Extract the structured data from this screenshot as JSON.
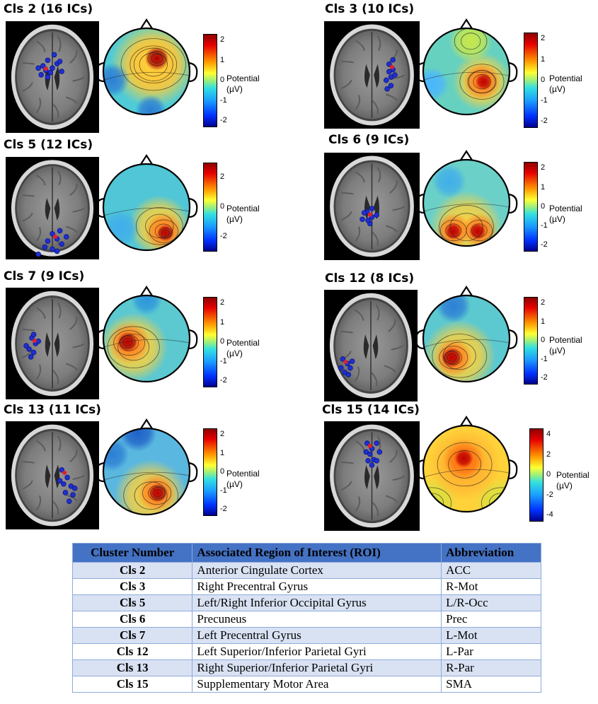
{
  "colors": {
    "table_header_bg": "#4472c4",
    "table_band_bg": "#d9e2f3",
    "table_border": "#8eaadb"
  },
  "clusters": [
    {
      "title": "Cls 2 (16 ICs)",
      "ticks": [
        "2",
        "1",
        "0",
        "-1",
        "-2"
      ],
      "label_line1": "Potential",
      "label_line2": "(µV)"
    },
    {
      "title": "Cls 3 (10 ICs)",
      "ticks": [
        "2",
        "1",
        "0",
        "-1",
        "-2"
      ],
      "label_line1": "Potential",
      "label_line2": "(µV)"
    },
    {
      "title": "Cls 5 (12 ICs)",
      "ticks": [
        "2",
        "0",
        "-2"
      ],
      "label_line1": "Potential",
      "label_line2": "(µV)"
    },
    {
      "title": "Cls 6 (9 ICs)",
      "ticks": [
        "2",
        "1",
        "0",
        "-1",
        "-2"
      ],
      "label_line1": "Potential",
      "label_line2": "(µV)"
    },
    {
      "title": "Cls 7 (9 ICs)",
      "ticks": [
        "2",
        "1",
        "0",
        "-1",
        "-2"
      ],
      "label_line1": "Potential",
      "label_line2": "(µV)"
    },
    {
      "title": "Cls 12 (8 ICs)",
      "ticks": [
        "2",
        "1",
        "0",
        "-1",
        "-2"
      ],
      "label_line1": "Potential",
      "label_line2": "(µV)"
    },
    {
      "title": "Cls 13 (11 ICs)",
      "ticks": [
        "2",
        "1",
        "0",
        "-1",
        "-2"
      ],
      "label_line1": "Potential",
      "label_line2": "(µV)"
    },
    {
      "title": "Cls 15 (14 ICs)",
      "ticks": [
        "4",
        "2",
        "0",
        "-2",
        "-4"
      ],
      "label_line1": "Potential",
      "label_line2": "(µV)"
    }
  ],
  "table": {
    "headers": [
      "Cluster Number",
      "Associated Region of Interest (ROI)",
      "Abbreviation"
    ],
    "rows": [
      [
        "Cls 2",
        "Anterior Cingulate Cortex",
        "ACC"
      ],
      [
        "Cls 3",
        "Right Precentral Gyrus",
        "R-Mot"
      ],
      [
        "Cls 5",
        "Left/Right Inferior Occipital Gyrus",
        "L/R-Occ"
      ],
      [
        "Cls 6",
        "Precuneus",
        "Prec"
      ],
      [
        "Cls 7",
        "Left Precentral Gyrus",
        "L-Mot"
      ],
      [
        "Cls 12",
        "Left Superior/Inferior Parietal Gyri",
        "L-Par"
      ],
      [
        "Cls 13",
        "Right Superior/Inferior Parietal Gyri",
        "R-Par"
      ],
      [
        "Cls 15",
        "Supplementary Motor Area",
        "SMA"
      ]
    ]
  }
}
